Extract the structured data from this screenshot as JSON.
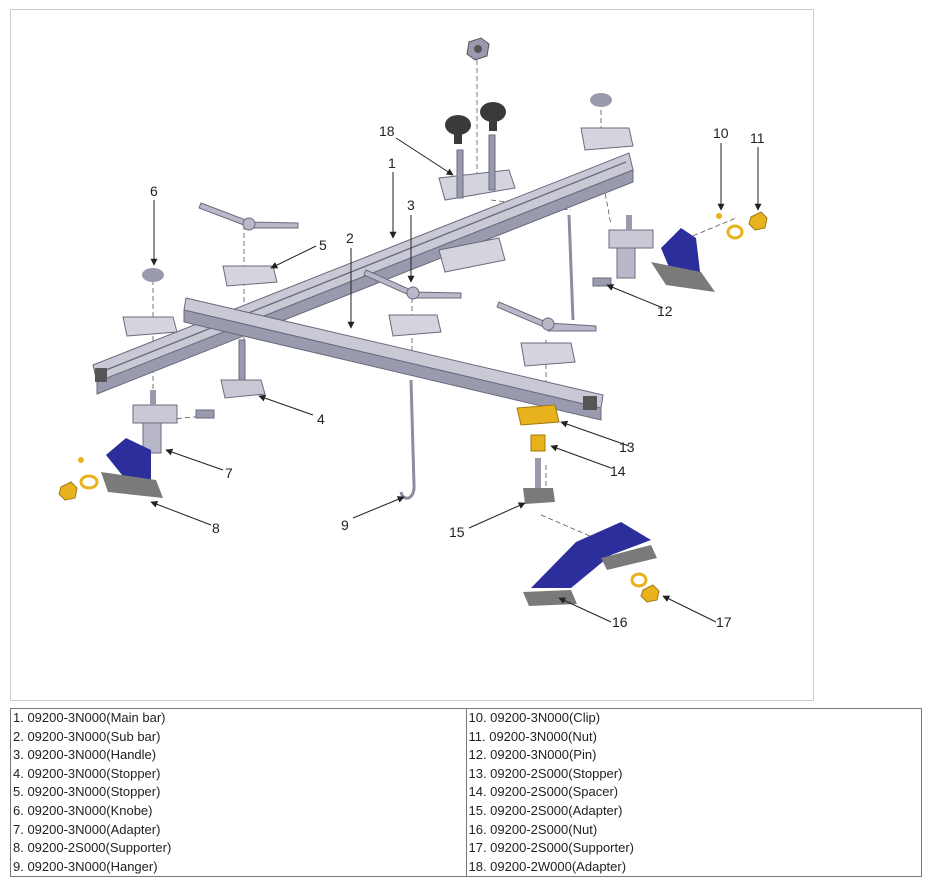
{
  "callouts": {
    "c1": "1",
    "c2": "2",
    "c3": "3",
    "c4": "4",
    "c5": "5",
    "c6": "6",
    "c7": "7",
    "c8": "8",
    "c9": "9",
    "c10": "10",
    "c11": "11",
    "c12": "12",
    "c13": "13",
    "c14": "14",
    "c15": "15",
    "c16": "16",
    "c17": "17",
    "c18": "18"
  },
  "parts": {
    "left": [
      "1. 09200-3N000(Main bar)",
      "2. 09200-3N000(Sub bar)",
      "3. 09200-3N000(Handle)",
      "4. 09200-3N000(Stopper)",
      "5. 09200-3N000(Stopper)",
      "6. 09200-3N000(Knobe)",
      "7. 09200-3N000(Adapter)",
      "8. 09200-2S000(Supporter)",
      "9. 09200-3N000(Hanger)"
    ],
    "right": [
      "10. 09200-3N000(Clip)",
      "11. 09200-3N000(Nut)",
      "12. 09200-3N000(Pin)",
      "13. 09200-2S000(Stopper)",
      "14. 09200-2S000(Spacer)",
      "15. 09200-2S000(Adapter)",
      "16. 09200-2S000(Nut)",
      "17. 09200-2S000(Supporter)",
      "18. 09200-2W000(Adapter)"
    ]
  },
  "colors": {
    "bar": "#c9c9d6",
    "bar_dark": "#8d8da0",
    "bracket": "#2b2e9b",
    "base": "#7a7a7a",
    "brass": "#e8b21c",
    "knob": "#3a3a3a"
  }
}
